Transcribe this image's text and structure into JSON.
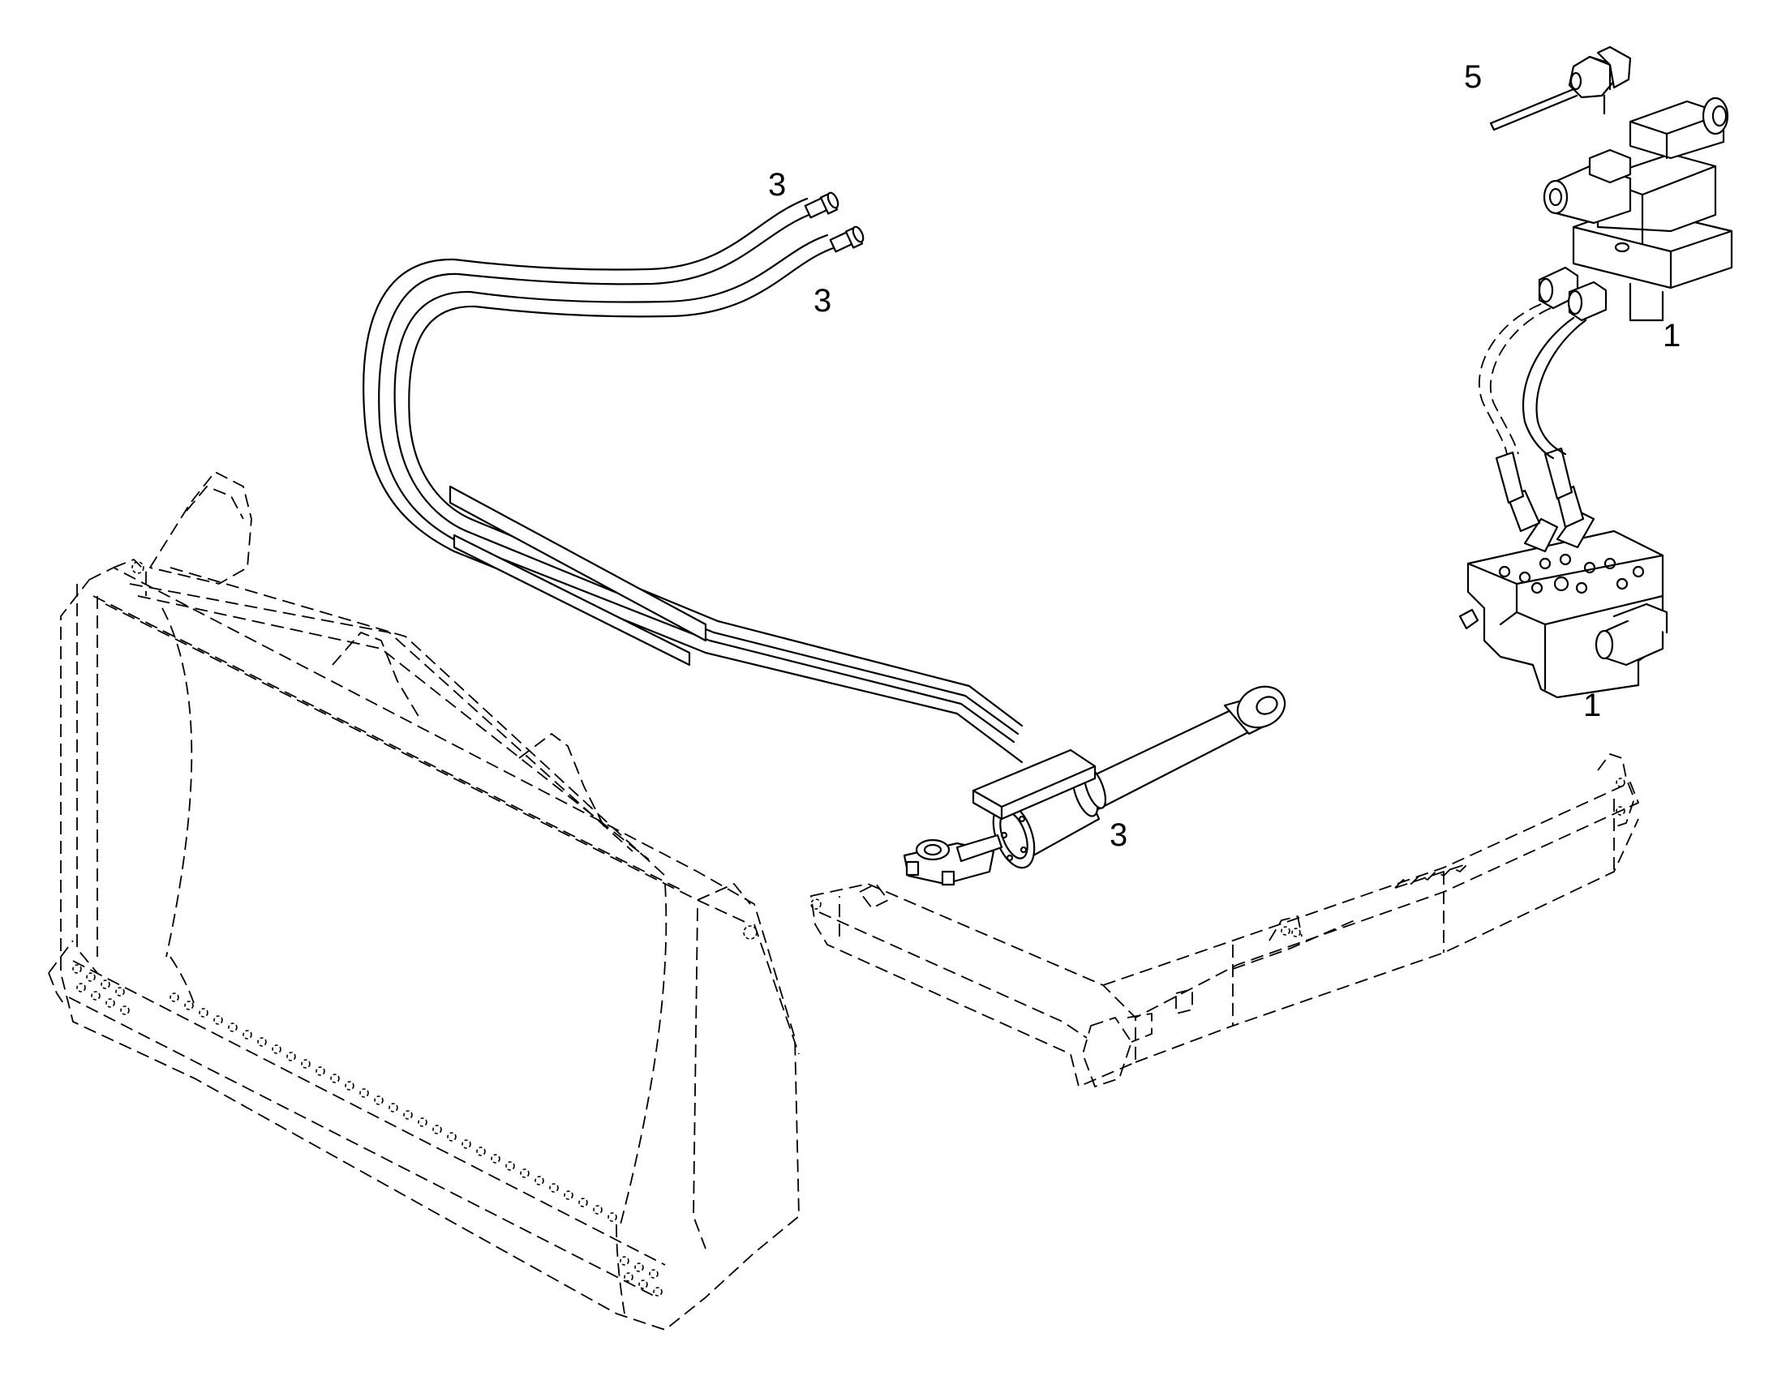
{
  "callouts": {
    "pipe_top_upper": "3",
    "pipe_top_lower": "3",
    "cylinder": "3",
    "connector": "5",
    "valve_top": "1",
    "valve_bottom": "1"
  }
}
